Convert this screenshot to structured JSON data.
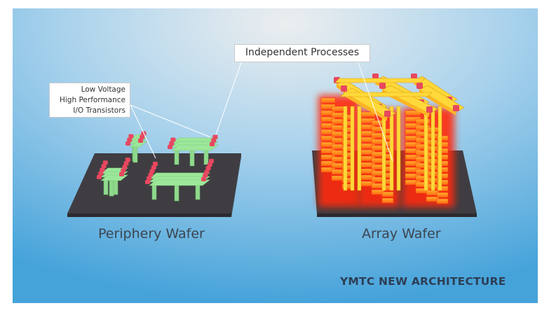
{
  "callouts": {
    "periphery_lines": [
      "Low Voltage",
      "High Performance",
      "I/O Transistors"
    ],
    "independent": "Independent Processes"
  },
  "labels": {
    "periphery": "Periphery Wafer",
    "array": "Array Wafer",
    "architecture": "YMTC NEW ARCHITECTURE"
  },
  "colors": {
    "background_top": "#e9ecef",
    "background_bottom": "#4aa6dc",
    "wafer": "#4a484c",
    "transistor_green": "#9ce79a",
    "gate_red": "#e8475f",
    "array_orange": "#ff8a1c",
    "array_glow": "#ff2a10",
    "wordline_yellow": "#ffd83a"
  }
}
